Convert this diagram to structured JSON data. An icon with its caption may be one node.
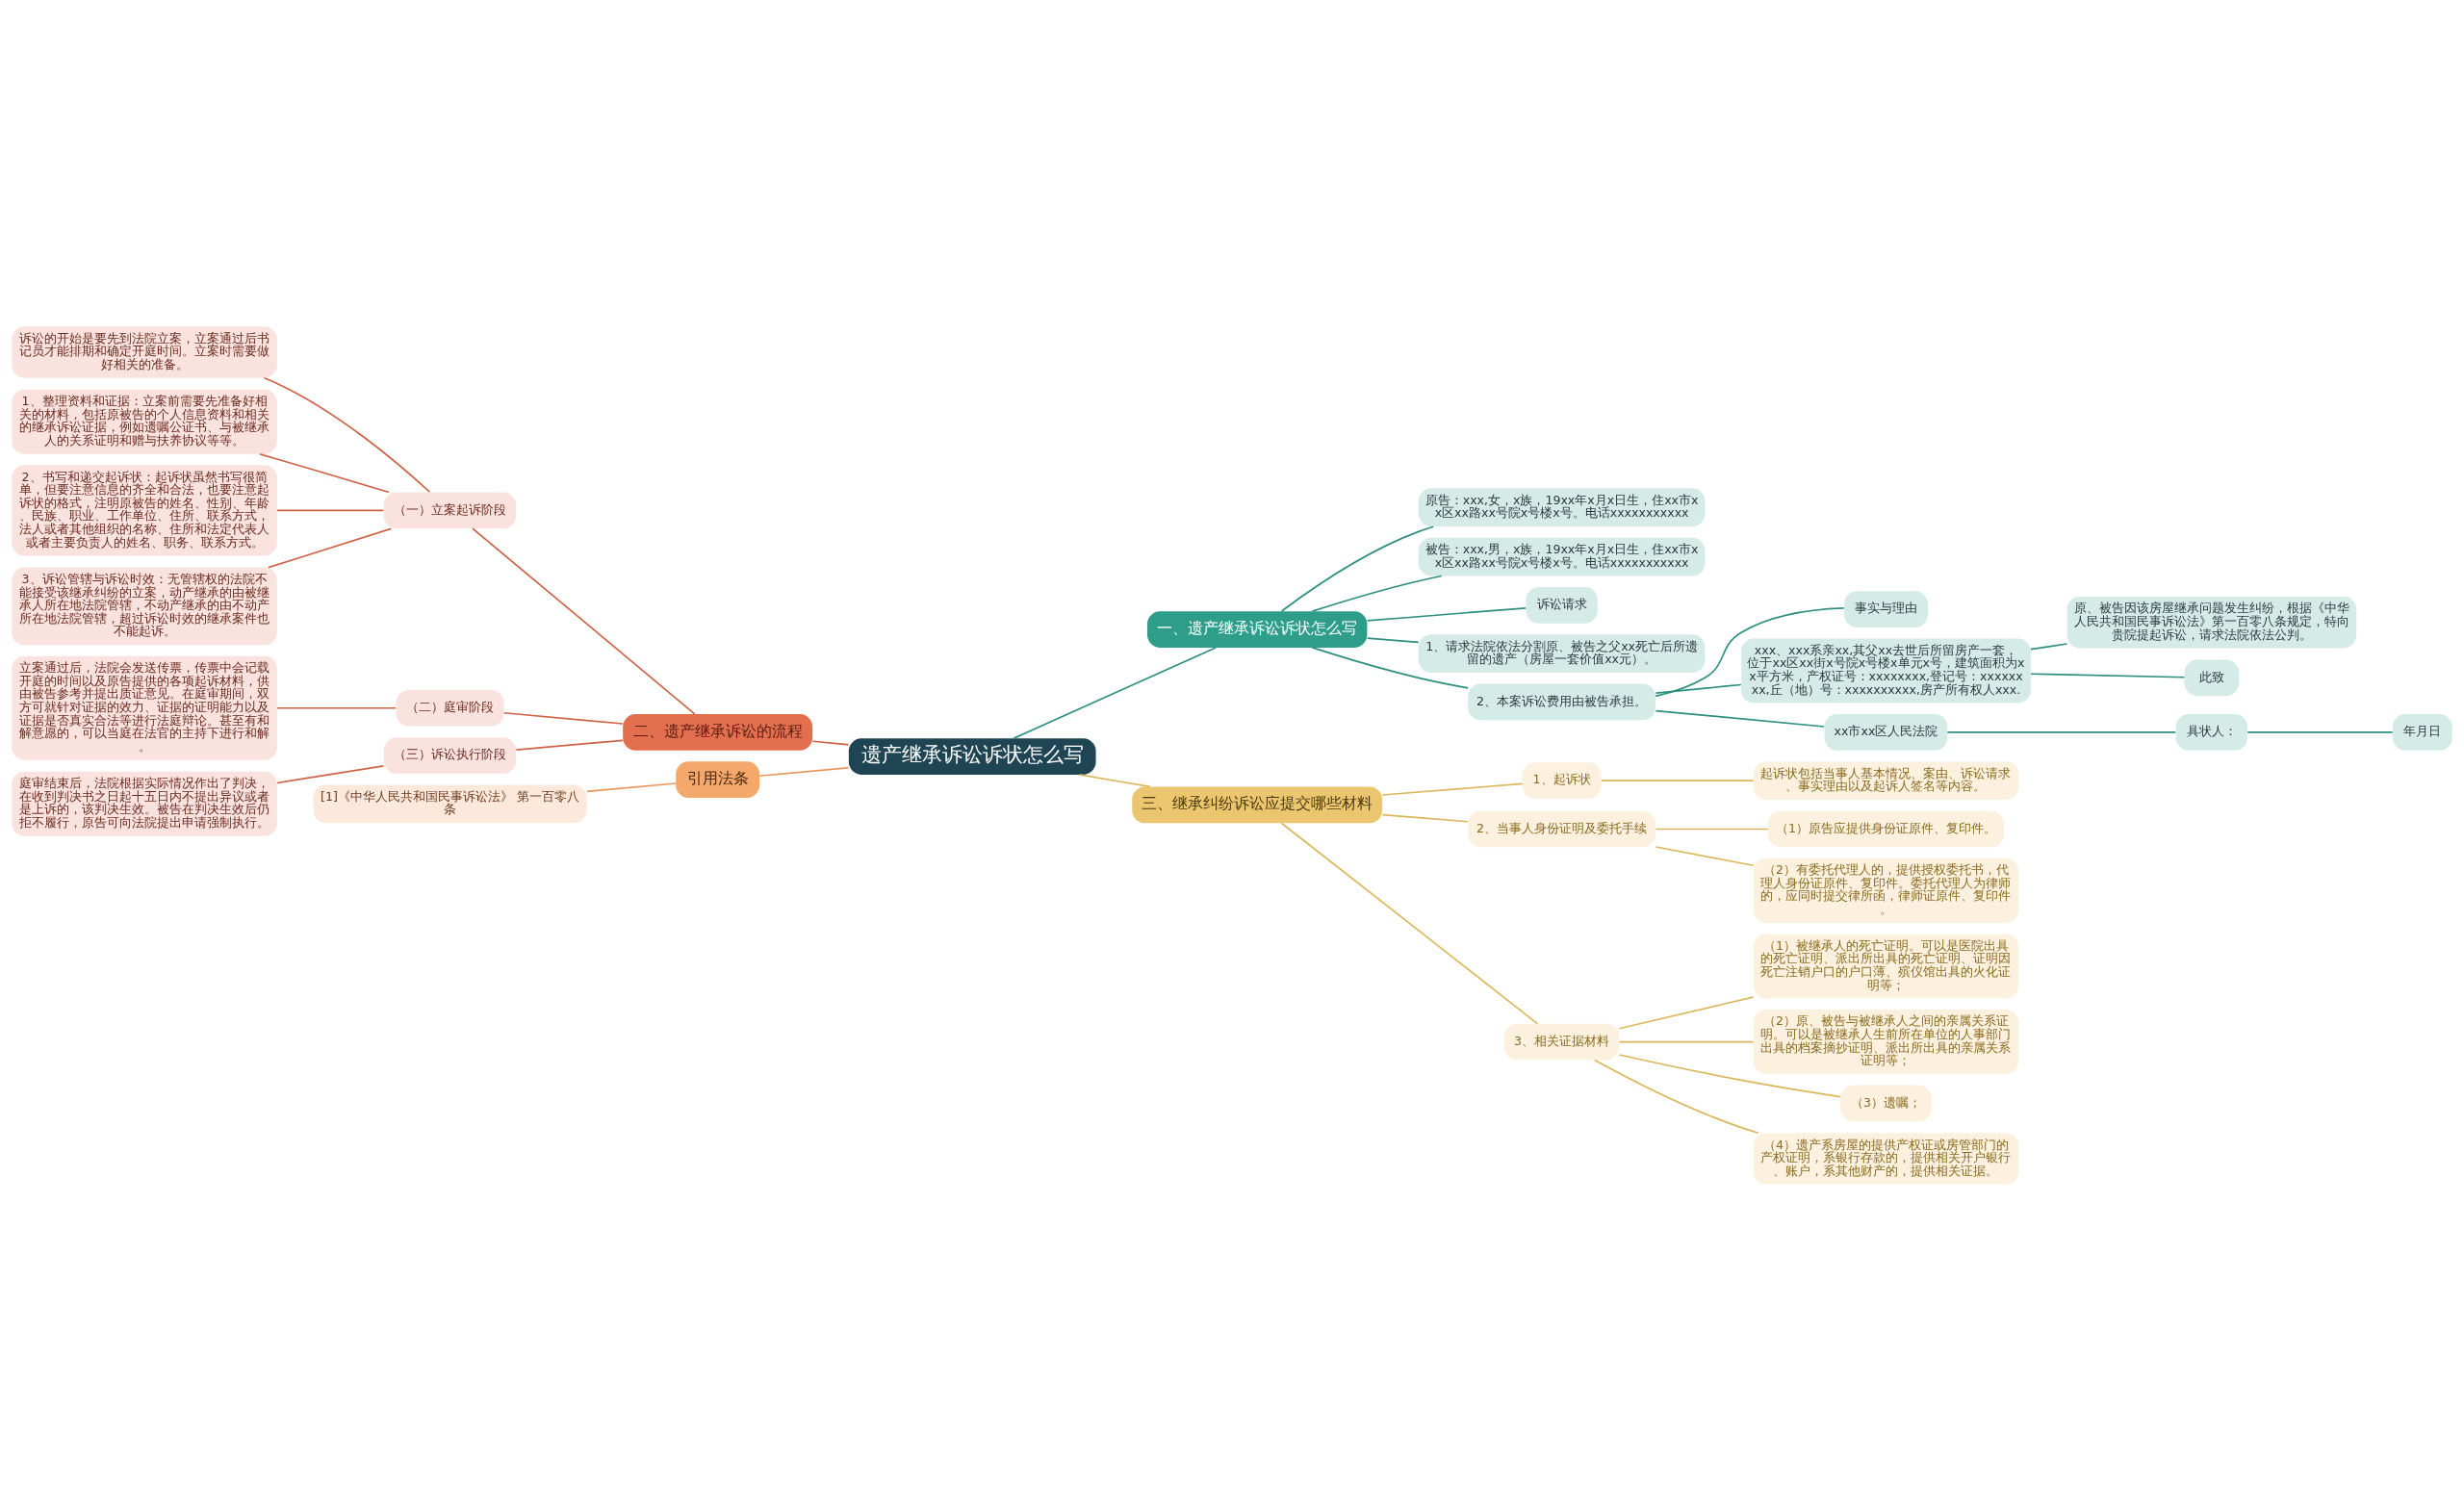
{
  "diagram": {
    "nodes": [
      {
        "text": [
          "遗产继承诉讼诉状怎么写"
        ]
      },
      {
        "text": [
          "一、遗产继承诉讼诉状怎么写"
        ]
      },
      {
        "text": [
          "原告：xxx,女，x族，19xx年x月x日生，住xx市xx区xx路xx号院x号楼x号。电话xxxxxxxxxxx"
        ]
      },
      {
        "text": [
          "被告：xxx,男，x族，19xx年x月x日生，住xx市xx区xx路xx号院x号楼x号。电话xxxxxxxxxxx"
        ]
      },
      {
        "text": [
          "诉讼请求"
        ]
      },
      {
        "text": [
          "1、请求法院依法分割原、被告之父xx死亡后所遗留的遗产（房屋一套价值xx元）。"
        ]
      },
      {
        "text": [
          "2、本案诉讼费用由被告承担。"
        ]
      },
      {
        "text": [
          "事实与理由"
        ]
      },
      {
        "text": [
          "xxx、xxx系亲xx,其父xx去世后所留房产一套，位于xx区xx街x号院x号楼x单元x号，建筑面积为xx平方米，产权证号：xxxxxxxx,登记号：xxxxxxxx,丘（地）号：xxxxxxxxxx,房产所有权人xxx."
        ]
      },
      {
        "text": [
          "原、被告因该房屋继承问题发生纠纷，根据《中华人民共和国民事诉讼法》第一百零八条规定，特向贵院提起诉讼，请求法院依法公判。"
        ]
      },
      {
        "text": [
          "此致"
        ]
      },
      {
        "text": [
          "xx市xx区人民法院"
        ]
      },
      {
        "text": [
          "具状人："
        ]
      },
      {
        "text": [
          "年月日"
        ]
      },
      {
        "text": [
          "二、遗产继承诉讼的流程"
        ]
      },
      {
        "text": [
          "（一）立案起诉阶段"
        ]
      },
      {
        "text": [
          "诉讼的开始是要先到法院立案，立案通过后书记员才能排期和确定开庭时间。立案时需要做好相关的准备。"
        ]
      },
      {
        "text": [
          "1、整理资料和证据：立案前需要先准备好相关的材料，包括原被告的个人信息资料和相关的继承诉讼证据，例如遗嘱公证书、与被继承人的关系证明和赠与扶养协议等等。"
        ]
      },
      {
        "text": [
          "2、书写和递交起诉状：起诉状虽然书写很简单，但要注意信息的齐全和合法，也要注意起诉状的格式，注明原被告的姓名、性别、年龄、民族、职业、工作单位、住所、联系方式，法人或者其他组织的名称、住所和法定代表人或者主要负责人的姓名、职务、联系方式。"
        ]
      },
      {
        "text": [
          "3、诉讼管辖与诉讼时效：无管辖权的法院不能接受该继承纠纷的立案，动产继承的由被继承人所在地法院管辖，不动产继承的由不动产所在地法院管辖，超过诉讼时效的继承案件也不能起诉。"
        ]
      },
      {
        "text": [
          "（二）庭审阶段"
        ]
      },
      {
        "text": [
          "立案通过后，法院会发送传票，传票中会记载开庭的时间以及原告提供的各项起诉材料，供由被告参考并提出质证意见。在庭审期间，双方可就针对证据的效力、证据的证明能力以及证据是否真实合法等进行法庭辩论。甚至有和解意愿的，可以当庭在法官的主持下进行和解。"
        ]
      },
      {
        "text": [
          "（三）诉讼执行阶段"
        ]
      },
      {
        "text": [
          "庭审结束后，法院根据实际情况作出了判决，在收到判决书之日起十五日内不提出异议或者是上诉的，该判决生效。被告在判决生效后仍拒不履行，原告可向法院提出申请强制执行。"
        ]
      },
      {
        "text": [
          "三、继承纠纷诉讼应提交哪些材料"
        ]
      },
      {
        "text": [
          "1、起诉状"
        ]
      },
      {
        "text": [
          "起诉状包括当事人基本情况、案由、诉讼请求、事实理由以及起诉人签名等内容。"
        ]
      },
      {
        "text": [
          "2、当事人身份证明及委托手续"
        ]
      },
      {
        "text": [
          "（1）原告应提供身份证原件、复印件。"
        ]
      },
      {
        "text": [
          "（2）有委托代理人的，提供授权委托书，代理人身份证原件、复印件。委托代理人为律师的，应同时提交律所函，律师证原件、复印件。"
        ]
      },
      {
        "text": [
          "3、相关证据材料"
        ]
      },
      {
        "text": [
          "（1）被继承人的死亡证明。可以是医院出具的死亡证明、派出所出具的死亡证明、证明因死亡注销户口的户口薄、殡仪馆出具的火化证明等；"
        ]
      },
      {
        "text": [
          "（2）原、被告与被继承人之间的亲属关系证明。可以是被继承人生前所在单位的人事部门出具的档案摘抄证明、派出所出具的亲属关系证明等；"
        ]
      },
      {
        "text": [
          "（3）遗嘱；"
        ]
      },
      {
        "text": [
          "（4）遗产系房屋的提供产权证或房管部门的产权证明，系银行存款的，提供相关开户银行、账户，系其他财产的，提供相关证据。"
        ]
      },
      {
        "text": [
          "引用法条"
        ]
      },
      {
        "text": [
          "[1]《中华人民共和国民事诉讼法》 第一百零八条"
        ]
      }
    ],
    "edges": [
      {
        "from": 0,
        "to": 1,
        "arrow": "none",
        "color": "#2e8f80"
      },
      {
        "from": 1,
        "to": 2,
        "arrow": "none",
        "color": "#2e8f80"
      },
      {
        "from": 1,
        "to": 3,
        "arrow": "none",
        "color": "#2e8f80"
      },
      {
        "from": 1,
        "to": 4,
        "arrow": "none",
        "color": "#2e8f80"
      },
      {
        "from": 1,
        "to": 5,
        "arrow": "none",
        "color": "#2e8f80"
      },
      {
        "from": 1,
        "to": 6,
        "arrow": "none",
        "color": "#2e8f80"
      },
      {
        "from": 6,
        "to": 7,
        "arrow": "none",
        "color": "#2e8f80"
      },
      {
        "from": 6,
        "to": 8,
        "arrow": "none",
        "color": "#2e8f80"
      },
      {
        "from": 8,
        "to": 9,
        "arrow": "none",
        "color": "#2e8f80"
      },
      {
        "from": 8,
        "to": 10,
        "arrow": "none",
        "color": "#2e8f80"
      },
      {
        "from": 6,
        "to": 11,
        "arrow": "none",
        "color": "#2e8f80"
      },
      {
        "from": 11,
        "to": 12,
        "arrow": "none",
        "color": "#2e8f80"
      },
      {
        "from": 12,
        "to": 13,
        "arrow": "none",
        "color": "#2e8f80"
      },
      {
        "from": 0,
        "to": 14,
        "arrow": "none",
        "color": "#cc6447"
      },
      {
        "from": 14,
        "to": 15,
        "arrow": "none",
        "color": "#cc6447"
      },
      {
        "from": 15,
        "to": 16,
        "arrow": "none",
        "color": "#cc6447"
      },
      {
        "from": 15,
        "to": 17,
        "arrow": "none",
        "color": "#cc6447"
      },
      {
        "from": 15,
        "to": 18,
        "arrow": "none",
        "color": "#cc6447"
      },
      {
        "from": 15,
        "to": 19,
        "arrow": "none",
        "color": "#cc6447"
      },
      {
        "from": 14,
        "to": 20,
        "arrow": "none",
        "color": "#cc6447"
      },
      {
        "from": 20,
        "to": 21,
        "arrow": "none",
        "color": "#cc6447"
      },
      {
        "from": 14,
        "to": 22,
        "arrow": "none",
        "color": "#cc6447"
      },
      {
        "from": 22,
        "to": 23,
        "arrow": "none",
        "color": "#cc6447"
      },
      {
        "from": 0,
        "to": 24,
        "arrow": "none",
        "color": "#dbb75c"
      },
      {
        "from": 24,
        "to": 25,
        "arrow": "none",
        "color": "#dbb75c"
      },
      {
        "from": 25,
        "to": 26,
        "arrow": "none",
        "color": "#dbb75c"
      },
      {
        "from": 24,
        "to": 27,
        "arrow": "none",
        "color": "#dbb75c"
      },
      {
        "from": 27,
        "to": 28,
        "arrow": "none",
        "color": "#dbb75c"
      },
      {
        "from": 27,
        "to": 29,
        "arrow": "none",
        "color": "#dbb75c"
      },
      {
        "from": 24,
        "to": 30,
        "arrow": "none",
        "color": "#dbb75c"
      },
      {
        "from": 30,
        "to": 31,
        "arrow": "none",
        "color": "#dbb75c"
      },
      {
        "from": 30,
        "to": 32,
        "arrow": "none",
        "color": "#dbb75c"
      },
      {
        "from": 30,
        "to": 33,
        "arrow": "none",
        "color": "#dbb75c"
      },
      {
        "from": 30,
        "to": 34,
        "arrow": "none",
        "color": "#dbb75c"
      },
      {
        "from": 0,
        "to": 35,
        "arrow": "none",
        "color": "#e8955a"
      },
      {
        "from": 35,
        "to": 36,
        "arrow": "none",
        "color": "#e8955a"
      }
    ]
  }
}
